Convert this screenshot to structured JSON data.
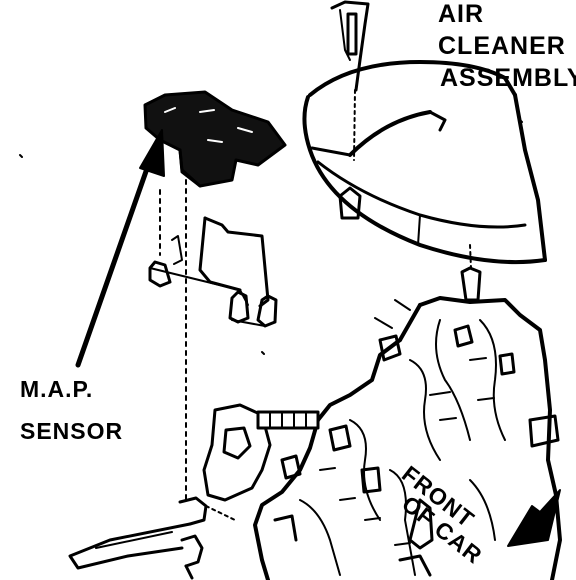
{
  "labels": {
    "air_cleaner_line1": "AIR",
    "air_cleaner_line2": "CLEANER",
    "air_cleaner_line3": "ASSEMBLY",
    "map_sensor_line1": "M.A.P.",
    "map_sensor_line2": "SENSOR",
    "front_of_car_line1": "FRONT",
    "front_of_car_line2": "OF CAR"
  }
}
